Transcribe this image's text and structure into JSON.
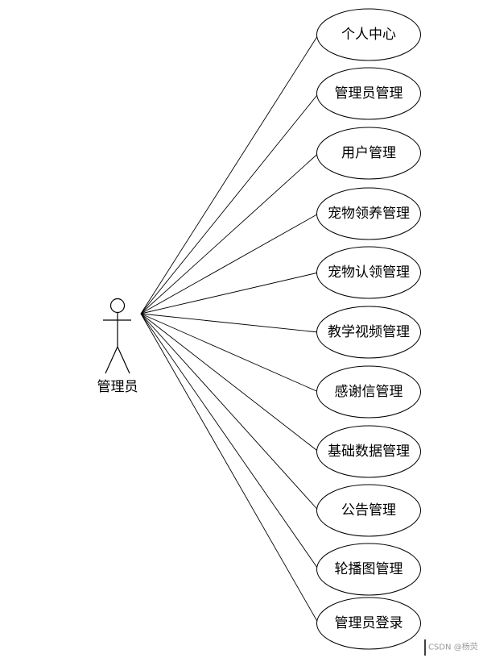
{
  "actor": {
    "label": "管理员"
  },
  "use_cases": [
    {
      "label": "个人中心"
    },
    {
      "label": "管理员管理"
    },
    {
      "label": "用户管理"
    },
    {
      "label": "宠物领养管理"
    },
    {
      "label": "宠物认领管理"
    },
    {
      "label": "教学视频管理"
    },
    {
      "label": "感谢信管理"
    },
    {
      "label": "基础数据管理"
    },
    {
      "label": "公告管理"
    },
    {
      "label": "轮播图管理"
    },
    {
      "label": "管理员登录"
    }
  ],
  "watermark": {
    "text": "CSDN @杨荧"
  }
}
